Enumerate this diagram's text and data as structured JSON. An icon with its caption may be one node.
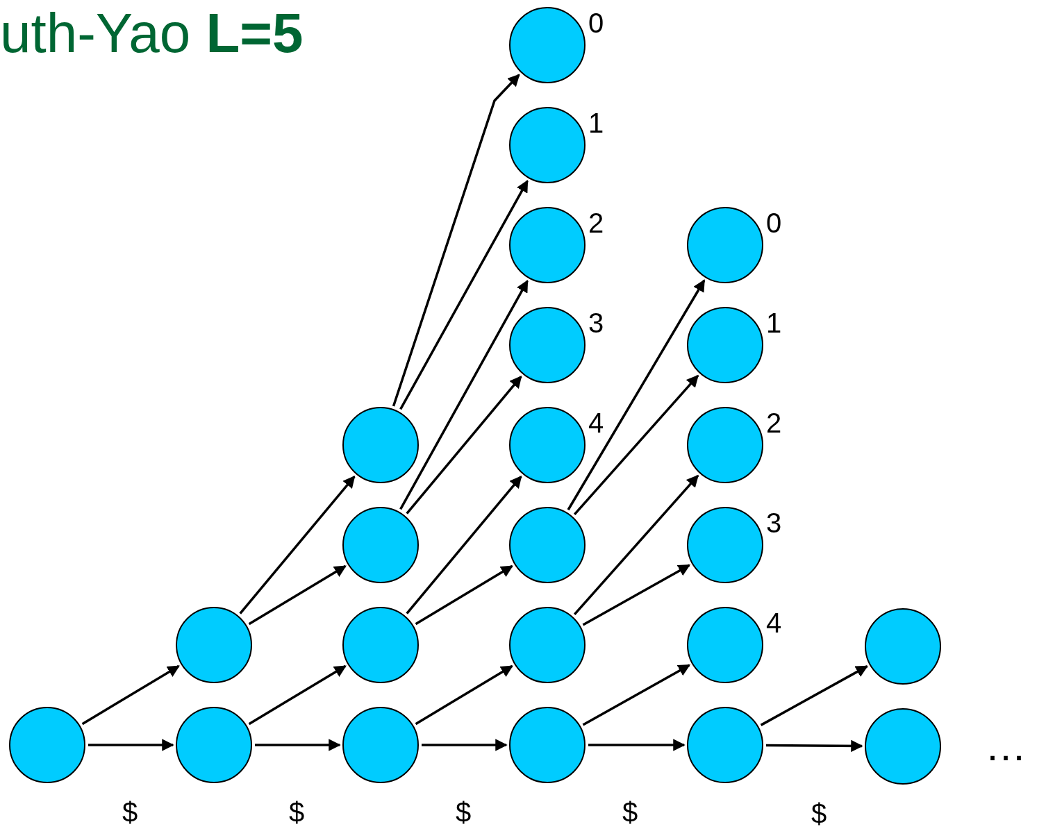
{
  "diagram": {
    "title": "uth-Yao **L=5**",
    "nodes": [
      {
        "text": [],
        "shape": "circle"
      },
      {
        "text": [],
        "shape": "circle"
      },
      {
        "text": [],
        "shape": "circle"
      },
      {
        "text": [],
        "shape": "circle"
      },
      {
        "text": [],
        "shape": "circle"
      },
      {
        "text": [],
        "shape": "circle"
      },
      {
        "text": [],
        "shape": "circle"
      },
      {
        "text": [],
        "shape": "circle"
      },
      {
        "text": [],
        "shape": "circle"
      },
      {
        "text": [],
        "shape": "circle"
      },
      {
        "text": [],
        "shape": "circle",
        "beside": [
          "4"
        ]
      },
      {
        "text": [],
        "shape": "circle",
        "beside": [
          "3"
        ]
      },
      {
        "text": [],
        "shape": "circle",
        "beside": [
          "2"
        ]
      },
      {
        "text": [],
        "shape": "circle",
        "beside": [
          "1"
        ]
      },
      {
        "text": [],
        "shape": "circle",
        "beside": [
          "0"
        ]
      },
      {
        "text": [],
        "shape": "circle"
      },
      {
        "text": [],
        "shape": "circle",
        "beside": [
          "4"
        ]
      },
      {
        "text": [],
        "shape": "circle",
        "beside": [
          "3"
        ]
      },
      {
        "text": [],
        "shape": "circle",
        "beside": [
          "2"
        ]
      },
      {
        "text": [],
        "shape": "circle",
        "beside": [
          "1"
        ]
      },
      {
        "text": [],
        "shape": "circle",
        "beside": [
          "0"
        ]
      },
      {
        "text": [],
        "shape": "circle"
      },
      {
        "text": [],
        "shape": "circle"
      }
    ],
    "edges": [
      {
        "from": 0,
        "to": 1,
        "arrow": "to"
      },
      {
        "from": 0,
        "to": 2,
        "arrow": "to"
      },
      {
        "from": 1,
        "to": 3,
        "arrow": "to"
      },
      {
        "from": 1,
        "to": 4,
        "arrow": "to"
      },
      {
        "from": 2,
        "to": 5,
        "arrow": "to"
      },
      {
        "from": 2,
        "to": 6,
        "arrow": "to"
      },
      {
        "from": 3,
        "to": 7,
        "arrow": "to"
      },
      {
        "from": 3,
        "to": 8,
        "arrow": "to"
      },
      {
        "from": 4,
        "to": 9,
        "arrow": "to"
      },
      {
        "from": 4,
        "to": 10,
        "arrow": "to"
      },
      {
        "from": 5,
        "to": 11,
        "arrow": "to"
      },
      {
        "from": 5,
        "to": 12,
        "arrow": "to"
      },
      {
        "from": 6,
        "to": 13,
        "arrow": "to"
      },
      {
        "from": 6,
        "to": 14,
        "arrow": "to"
      },
      {
        "from": 7,
        "to": 15,
        "arrow": "to"
      },
      {
        "from": 7,
        "to": 16,
        "arrow": "to"
      },
      {
        "from": 8,
        "to": 17,
        "arrow": "to"
      },
      {
        "from": 8,
        "to": 18,
        "arrow": "to"
      },
      {
        "from": 9,
        "to": 19,
        "arrow": "to"
      },
      {
        "from": 9,
        "to": 20,
        "arrow": "to"
      },
      {
        "from": 15,
        "to": 21,
        "arrow": "to"
      },
      {
        "from": 15,
        "to": 22,
        "arrow": "to"
      }
    ],
    "labels": [
      "$",
      "$",
      "$",
      "$",
      "$",
      "…"
    ]
  }
}
